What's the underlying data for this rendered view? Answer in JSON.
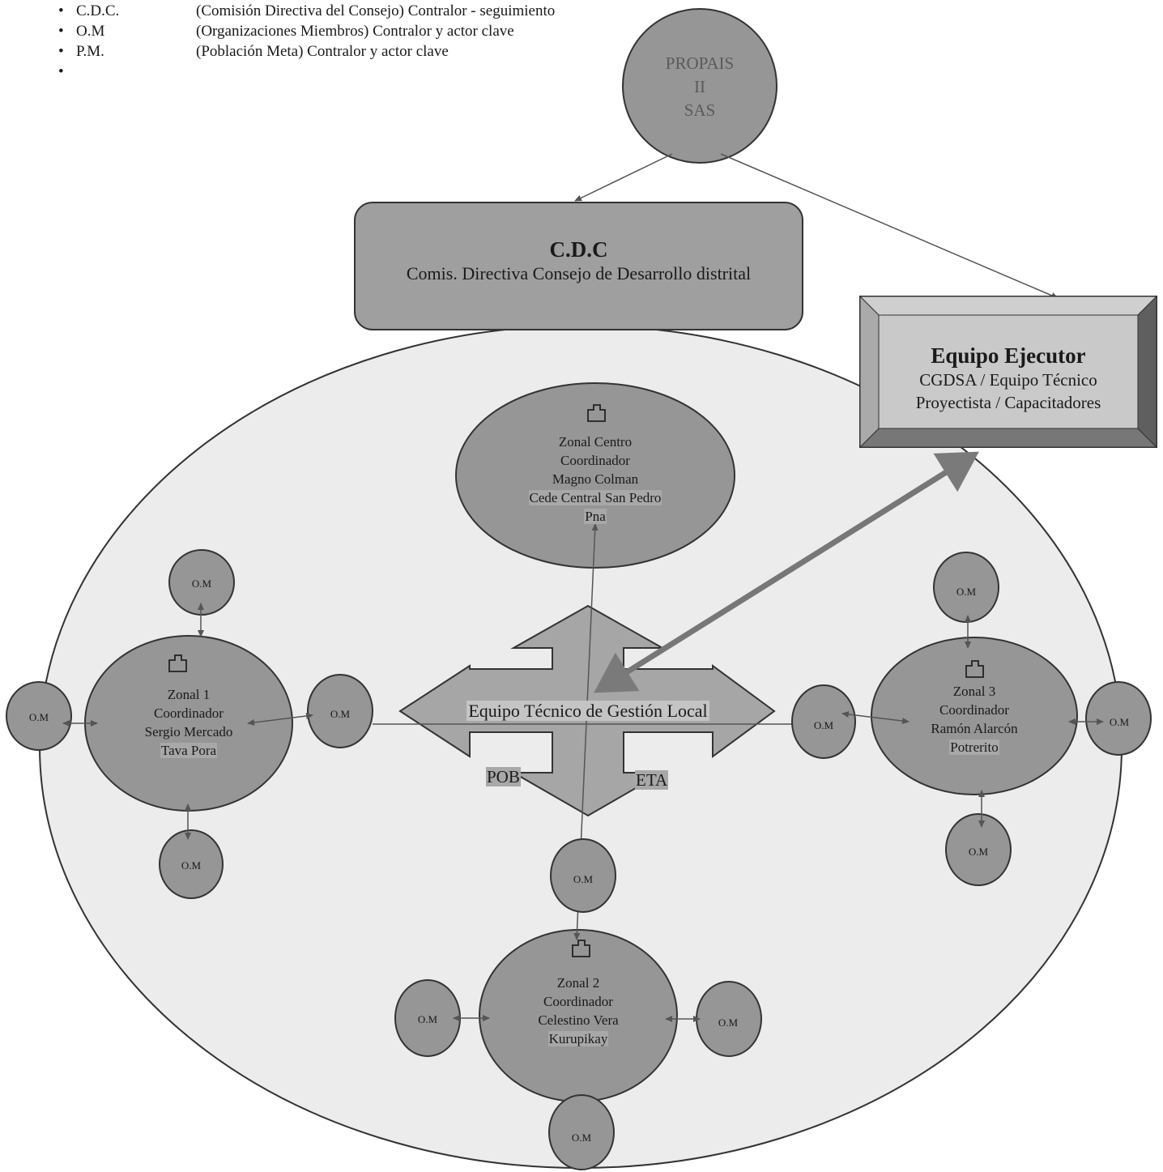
{
  "legend": [
    {
      "abbr": "C.D.C.",
      "desc": "(Comisión Directiva del Consejo) Contralor - seguimiento"
    },
    {
      "abbr": "O.M",
      "desc": "(Organizaciones Miembros) Contralor y actor clave"
    },
    {
      "abbr": "P.M.",
      "desc": "(Población Meta) Contralor y actor clave"
    },
    {
      "abbr": "",
      "desc": ""
    }
  ],
  "propais": {
    "line1": "PROPAIS",
    "line2": "II",
    "line3": "SAS"
  },
  "cdc": {
    "title": "C.D.C",
    "subtitle": "Comis. Directiva Consejo de Desarrollo distrital"
  },
  "equipo_ejecutor": {
    "title": "Equipo Ejecutor",
    "line1": "CGDSA / Equipo Técnico",
    "line2": "Proyectista / Capacitadores"
  },
  "zonal_centro": {
    "l1": "Zonal  Centro",
    "l2": "Coordinador",
    "l3": "Magno Colman",
    "l4": "Cede Central San Pedro",
    "l5": "Pna"
  },
  "zonal1": {
    "l1": "Zonal 1",
    "l2": "Coordinador",
    "l3": "Sergio Mercado",
    "l4": "Tava Pora"
  },
  "zonal2": {
    "l1": "Zonal 2",
    "l2": "Coordinador",
    "l3": "Celestino Vera",
    "l4": "Kurupikay"
  },
  "zonal3": {
    "l1": "Zonal 3",
    "l2": "Coordinador",
    "l3": "Ramón Alarcón",
    "l4": "Potrerito"
  },
  "center": {
    "label": "Equipo Técnico de Gestión Local",
    "pob_left": "POB",
    "pob_right": "ETA"
  },
  "om_label": "O.M",
  "colors": {
    "ellipse": "#ececec",
    "node": "#969696",
    "box": "#9f9f9f",
    "propais_text": "#5a5a5a",
    "arrow": "#555555",
    "big_arrow": "#777777"
  }
}
